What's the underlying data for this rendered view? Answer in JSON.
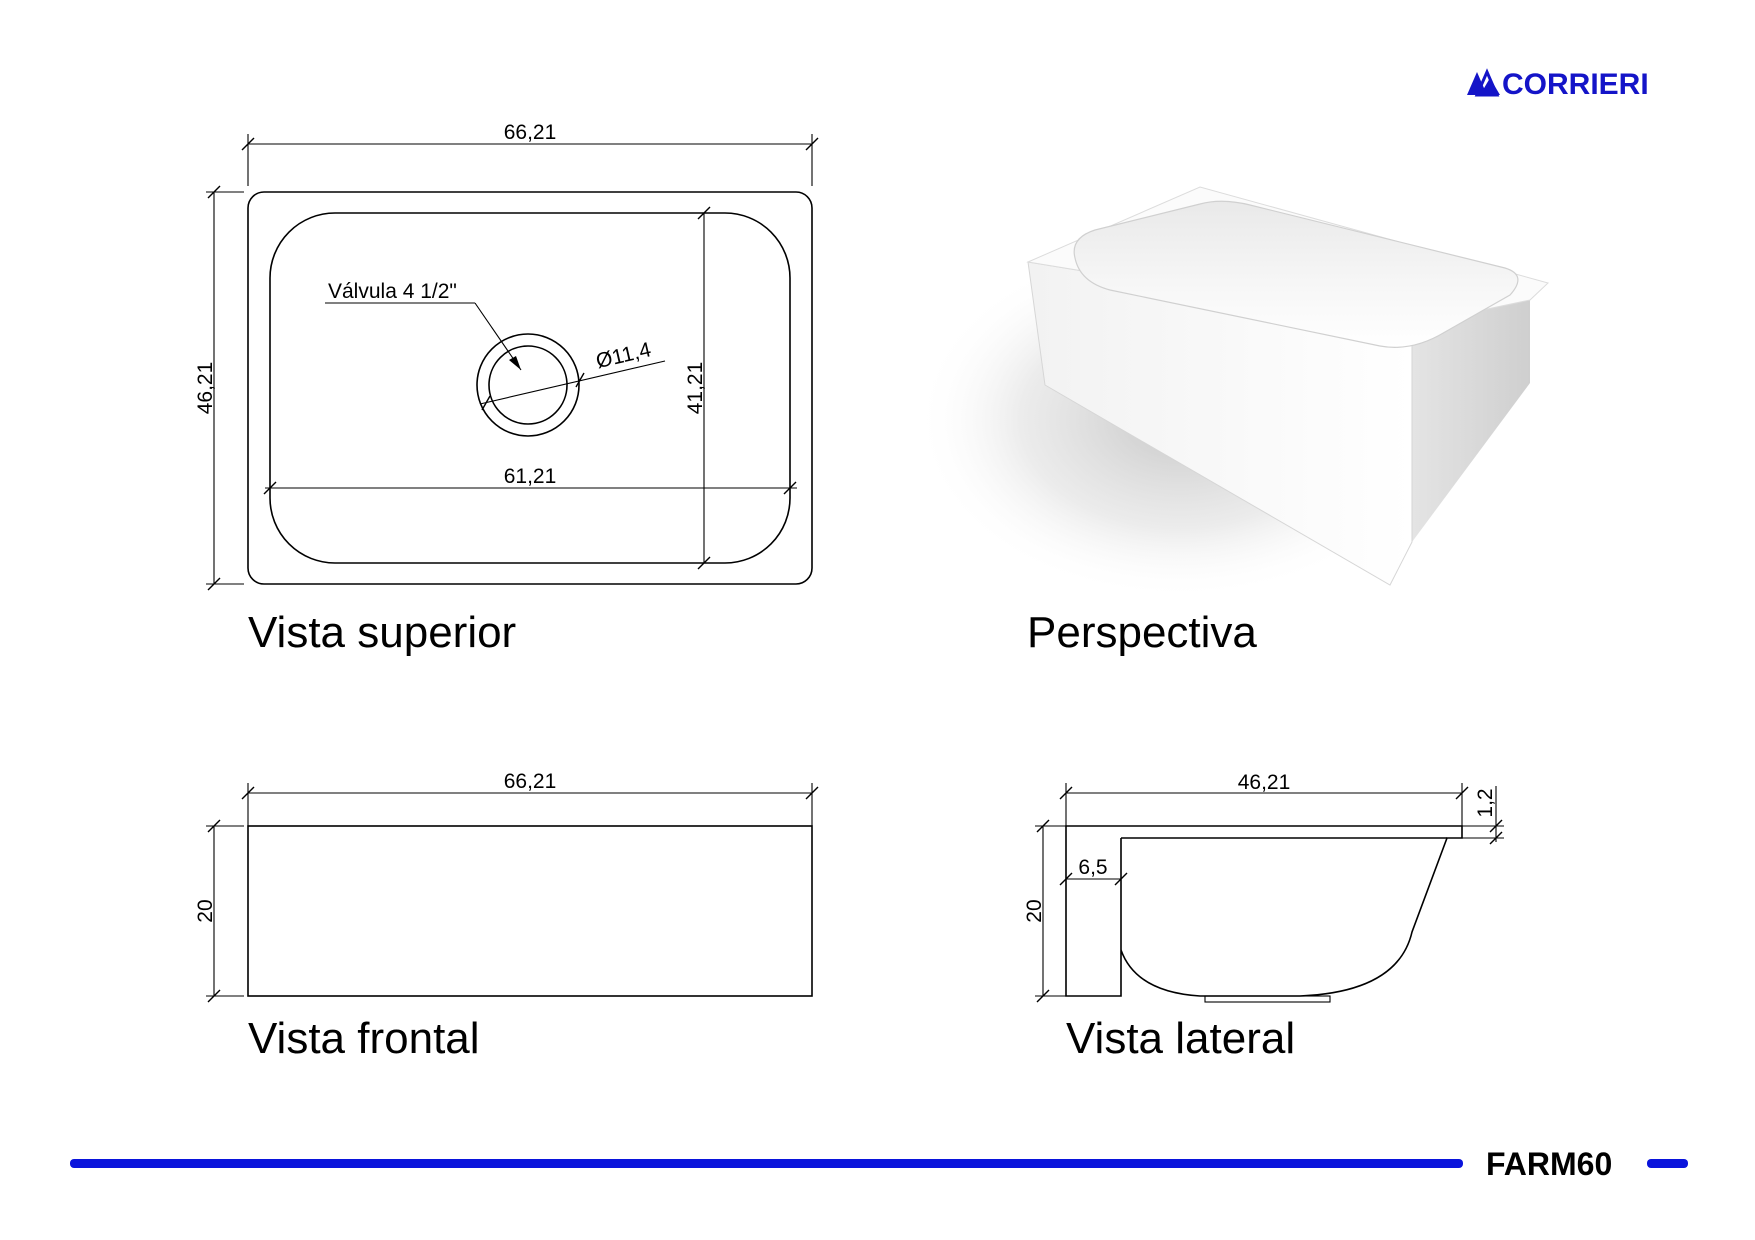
{
  "brand": {
    "name": "CORRIERI",
    "color": "#1414c8",
    "logo_icon": "triangle-mark-icon"
  },
  "model_code": "FARM60",
  "footer_bar_color": "#0a14dc",
  "views": {
    "top": {
      "title": "Vista superior",
      "outer_width": "66,21",
      "outer_depth": "46,21",
      "inner_width": "61,21",
      "inner_depth": "41,21",
      "valve_label": "Válvula 4 1/2\"",
      "valve_diameter": "Ø11,4"
    },
    "perspective": {
      "title": "Perspectiva"
    },
    "front": {
      "title": "Vista frontal",
      "width": "66,21",
      "height": "20"
    },
    "side": {
      "title": "Vista lateral",
      "depth": "46,21",
      "height": "20",
      "rim": "1,2",
      "front_wall": "6,5"
    }
  }
}
